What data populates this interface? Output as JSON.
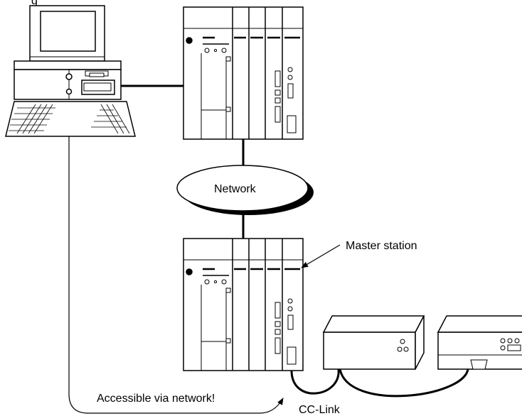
{
  "labels": {
    "top_left_partial": "g",
    "network": "Network",
    "master_station": "Master station",
    "accessible": "Accessible via network!",
    "cc_link": "CC-Link"
  },
  "colors": {
    "stroke": "#000000",
    "fill": "#ffffff"
  }
}
